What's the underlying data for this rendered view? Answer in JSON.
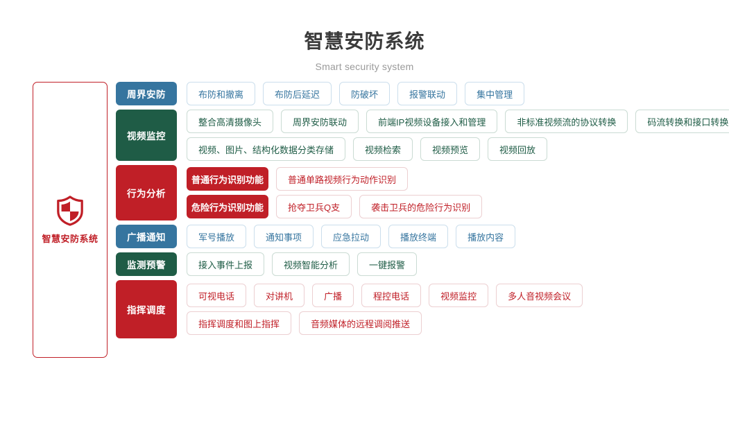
{
  "header": {
    "title": "智慧安防系统",
    "subtitle": "Smart security system"
  },
  "sidebar": {
    "icon": "shield-icon",
    "brand_label": "智慧安防系统",
    "accent_color": "#c01f27"
  },
  "colors": {
    "blue": "#36759f",
    "green": "#1f5c46",
    "red": "#c01f27"
  },
  "rows": [
    {
      "category": "周界安防",
      "color": "blue",
      "lines": [
        {
          "items": [
            "布防和撤离",
            "布防后延迟",
            "防破坏",
            "报警联动",
            "集中管理"
          ]
        }
      ]
    },
    {
      "category": "视频监控",
      "color": "green",
      "lines": [
        {
          "items": [
            "整合高清摄像头",
            "周界安防联动",
            "前端IP视频设备接入和管理",
            "非标准视频流的协议转换",
            "码流转换和接口转换"
          ]
        },
        {
          "items": [
            "视频、图片、结构化数据分类存储",
            "视频检索",
            "视频预览",
            "视频回放"
          ]
        }
      ]
    },
    {
      "category": "行为分析",
      "color": "red",
      "nested": true,
      "lines": [
        {
          "tag": "普通行为识别功能",
          "items": [
            "普通单路视频行为动作识别"
          ]
        },
        {
          "tag": "危险行为识别功能",
          "items": [
            "抢夺卫兵Q支",
            "袭击卫兵的危险行为识别"
          ]
        }
      ]
    },
    {
      "category": "广播通知",
      "color": "blue",
      "lines": [
        {
          "items": [
            "军号播放",
            "通知事项",
            "应急拉动",
            "播放终端",
            "播放内容"
          ]
        }
      ]
    },
    {
      "category": "监测预警",
      "color": "green",
      "lines": [
        {
          "items": [
            "接入事件上报",
            "视频智能分析",
            "一键报警"
          ]
        }
      ]
    },
    {
      "category": "指挥调度",
      "color": "red",
      "lines": [
        {
          "items": [
            "可视电话",
            "对讲机",
            "广播",
            "程控电话",
            "视频监控",
            "多人音视频会议"
          ]
        },
        {
          "items": [
            "指挥调度和图上指挥",
            "音频媒体的远程调阅推送"
          ]
        }
      ]
    }
  ]
}
